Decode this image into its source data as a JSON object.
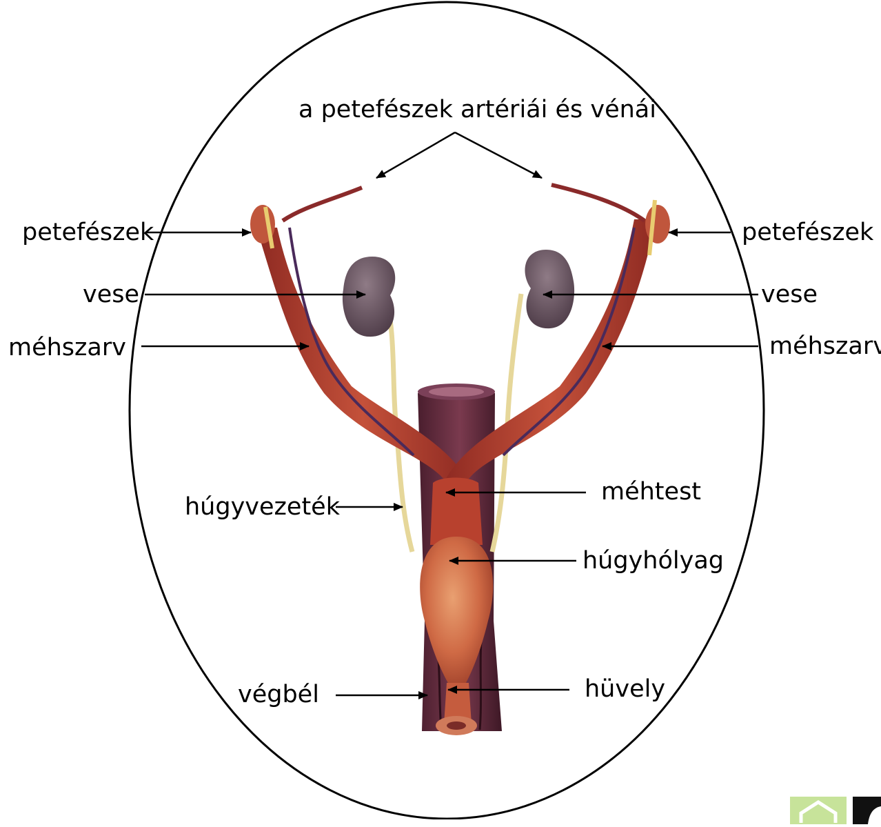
{
  "diagram": {
    "top_label": "a petefészek artériái és vénái",
    "labels": {
      "ovary_left": "petefészek",
      "ovary_right": "petefészek",
      "kidney_left": "vese",
      "kidney_right": "vese",
      "uterine_horn_left": "méhszarv",
      "uterine_horn_right": "méhszarv",
      "uterine_body": "méhtest",
      "ureter": "húgyvezeték",
      "bladder": "húgyhólyag",
      "rectum": "végbél",
      "vagina": "hüvely"
    }
  },
  "navigation": {
    "home_icon": "home-icon",
    "back_icon": "back-icon"
  },
  "colors": {
    "tissue": "#b8412e",
    "vessel_dark": "#5a2a4a",
    "rectum": "#5e2a38",
    "kidney": "#6e5a66",
    "ureter": "#e6d79a",
    "nav_home_bg": "#c7e39a",
    "nav_back_bg": "#111111"
  }
}
